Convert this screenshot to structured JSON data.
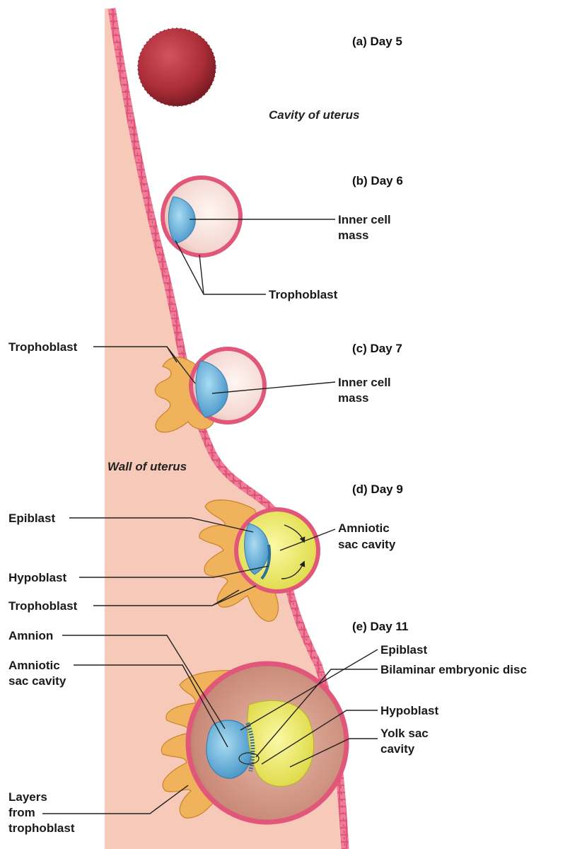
{
  "stages": {
    "a": "(a) Day 5",
    "b": "(b) Day 6",
    "c": "(c) Day 7",
    "d": "(d) Day 9",
    "e": "(e) Day 11"
  },
  "regions": {
    "cavity": "Cavity of uterus",
    "wall": "Wall of uterus"
  },
  "labels": {
    "b_icm_1": "Inner cell",
    "b_icm_2": "mass",
    "b_troph": "Trophoblast",
    "c_troph": "Trophoblast",
    "c_icm_1": "Inner cell",
    "c_icm_2": "mass",
    "d_epi": "Epiblast",
    "d_amn_1": "Amniotic",
    "d_amn_2": "sac cavity",
    "d_hypo": "Hypoblast",
    "d_troph": "Trophoblast",
    "e_amnion": "Amnion",
    "e_amn_1": "Amniotic",
    "e_amn_2": "sac cavity",
    "e_epi": "Epiblast",
    "e_disc": "Bilaminar embryonic disc",
    "e_hypo": "Hypoblast",
    "e_yolk_1": "Yolk sac",
    "e_yolk_2": "cavity",
    "e_layers_1": "Layers",
    "e_layers_2": "from",
    "e_layers_3": "trophoblast"
  },
  "colors": {
    "uterine_wall": "#f7c9b8",
    "endometrium_cells": "#e0577a",
    "blastocyst_day5": "#b8323f",
    "trophoblast_syncytium": "#f0b25a",
    "inner_cell_mass": "#6fb7e0",
    "amniotic_cavity": "#e9e64e"
  }
}
